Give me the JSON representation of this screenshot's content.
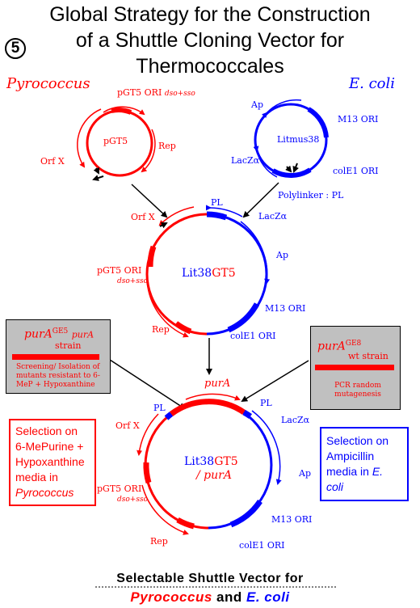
{
  "title": {
    "line1": "Global Strategy for the Construction",
    "line2": "of a Shuttle Cloning Vector for",
    "line3": "Thermococcales",
    "badge": "5"
  },
  "organisms": {
    "left": "Pyrococcus",
    "right": "E. coli"
  },
  "pgt5": {
    "name": "pGT5",
    "ori": "pGT5 ORI",
    "ori_sub": "dso+sso",
    "rep": "Rep",
    "orfx": "Orf X"
  },
  "litmus": {
    "name": "Litmus38",
    "ap": "Ap",
    "m13": "M13 ORI",
    "lacz": "LacZα",
    "cole1": "colE1 ORI",
    "polylinker": "Polylinker : PL"
  },
  "lit38gt5": {
    "name_a": "Lit38",
    "name_b": "GT5",
    "pl": "PL",
    "lacz": "LacZα",
    "ap": "Ap",
    "orfx": "Orf X",
    "ori": "pGT5 ORI",
    "ori_sub": "dso+sso",
    "m13": "M13 ORI",
    "rep": "Rep",
    "cole1": "colE1 ORI"
  },
  "left_gray": {
    "gene": "purA",
    "sup": "GE5",
    "gene2": "purA",
    "strain": "strain",
    "desc": "Screening/ Isolation of mutants resistant to 6-MeP + Hypoxanthine"
  },
  "right_gray": {
    "gene": "purA",
    "sup": "GE8",
    "strain": "wt strain",
    "desc": "PCR random mutagenesis"
  },
  "final": {
    "pura": "purA",
    "pl_left": "PL",
    "pl_right": "PL",
    "lacz": "LacZα",
    "orfx": "Orf X",
    "ap": "Ap",
    "ori": "pGT5 ORI",
    "ori_sub": "dso+sso",
    "name_a": "Lit38",
    "name_b": "GT5",
    "name_c": "/ purA",
    "m13": "M13 ORI",
    "rep": "Rep",
    "cole1": "colE1 ORI"
  },
  "selection_left": {
    "l1": "Selection on",
    "l2": "6-MePurine +",
    "l3": "Hypoxanthine",
    "l4": "media in",
    "l5": "Pyrococcus"
  },
  "selection_right": {
    "l1": "Selection on",
    "l2": "Ampicillin",
    "l3": "media in",
    "l4": "E.",
    "l5": "coli"
  },
  "footer": {
    "line1": "Selectable Shuttle Vector for",
    "org1": "Pyrococcus",
    "and": "and",
    "org2": "E. coli"
  },
  "colors": {
    "red": "#ff0000",
    "blue": "#0000ff",
    "gray": "#c0c0c0"
  }
}
